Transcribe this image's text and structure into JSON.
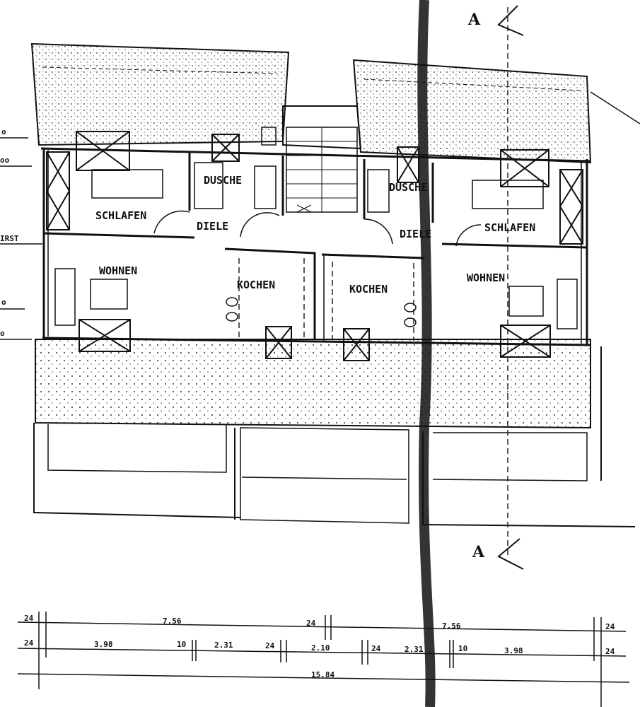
{
  "plan": {
    "rooms": {
      "dusche_left": "DUSCHE",
      "dusche_right": "DUSCHE",
      "schlafen_left": "SCHLAFEN",
      "schlafen_right": "SCHLAFEN",
      "diele_left": "DIELE",
      "diele_right": "DIELE",
      "wohnen_left": "WOHNEN",
      "wohnen_right": "WOHNEN",
      "kochen_left": "KOCHEN",
      "kochen_right": "KOCHEN"
    },
    "section_marker_top": "A",
    "section_marker_bottom": "A",
    "left_margin": [
      "o",
      "oo",
      "IRST",
      "o",
      "o"
    ]
  },
  "dimensions": {
    "row1": [
      "24",
      "7.56",
      "24",
      "7.56",
      "24"
    ],
    "row2": [
      "24",
      "3.98",
      "10",
      "2.31",
      "24",
      "2.10",
      "24",
      "2.31",
      "10",
      "3.98",
      "24"
    ],
    "total": "15.84"
  }
}
